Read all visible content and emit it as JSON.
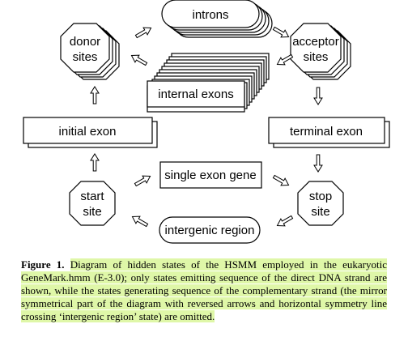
{
  "diagram": {
    "nodes": {
      "introns": "introns",
      "donor": [
        "donor",
        "sites"
      ],
      "acceptor": [
        "acceptor",
        "sites"
      ],
      "internal_exons": "internal exons",
      "initial_exon": "initial exon",
      "terminal_exon": "terminal exon",
      "single_exon_gene": "single exon gene",
      "start": [
        "start",
        "site"
      ],
      "stop": [
        "stop",
        "site"
      ],
      "intergenic": "intergenic region"
    }
  },
  "caption": {
    "label": "Figure 1.",
    "text": "Diagram of hidden states of the HSMM employed in the eukaryotic GeneMark.hmm (E-3.0); only states emitting sequence of the direct DNA strand are shown, while the states generating sequence of the complementary strand (the mirror symmetrical part of the diagram with reversed arrows and horizontal symmetry line crossing ‘intergenic region’ state) are omitted."
  }
}
